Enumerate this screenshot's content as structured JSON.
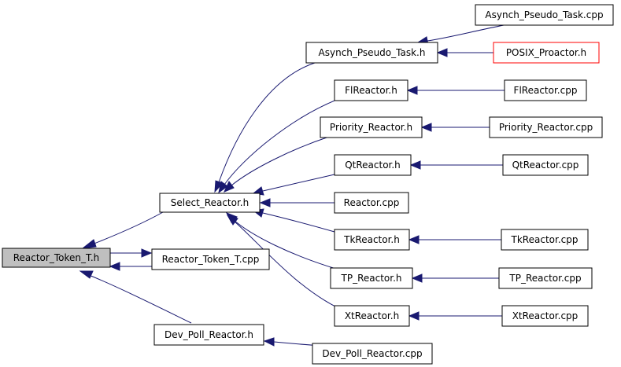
{
  "colors": {
    "edge": "#191970",
    "root_fill": "#bfbfbf",
    "node_border": "#000000",
    "highlight_border": "#ff0000"
  },
  "nodes": {
    "reactor_token_t_h": {
      "label": "Reactor_Token_T.h"
    },
    "select_reactor_h": {
      "label": "Select_Reactor.h"
    },
    "reactor_token_t_cpp": {
      "label": "Reactor_Token_T.cpp"
    },
    "dev_poll_reactor_h": {
      "label": "Dev_Poll_Reactor.h"
    },
    "dev_poll_reactor_cpp": {
      "label": "Dev_Poll_Reactor.cpp"
    },
    "asynch_pseudo_task_h": {
      "label": "Asynch_Pseudo_Task.h"
    },
    "asynch_pseudo_task_cpp": {
      "label": "Asynch_Pseudo_Task.cpp"
    },
    "posix_proactor_h": {
      "label": "POSIX_Proactor.h"
    },
    "flreactor_h": {
      "label": "FlReactor.h"
    },
    "flreactor_cpp": {
      "label": "FlReactor.cpp"
    },
    "priority_reactor_h": {
      "label": "Priority_Reactor.h"
    },
    "priority_reactor_cpp": {
      "label": "Priority_Reactor.cpp"
    },
    "qtreactor_h": {
      "label": "QtReactor.h"
    },
    "qtreactor_cpp": {
      "label": "QtReactor.cpp"
    },
    "reactor_cpp": {
      "label": "Reactor.cpp"
    },
    "tkreactor_h": {
      "label": "TkReactor.h"
    },
    "tkreactor_cpp": {
      "label": "TkReactor.cpp"
    },
    "tp_reactor_h": {
      "label": "TP_Reactor.h"
    },
    "tp_reactor_cpp": {
      "label": "TP_Reactor.cpp"
    },
    "xtreactor_h": {
      "label": "XtReactor.h"
    },
    "xtreactor_cpp": {
      "label": "XtReactor.cpp"
    }
  }
}
